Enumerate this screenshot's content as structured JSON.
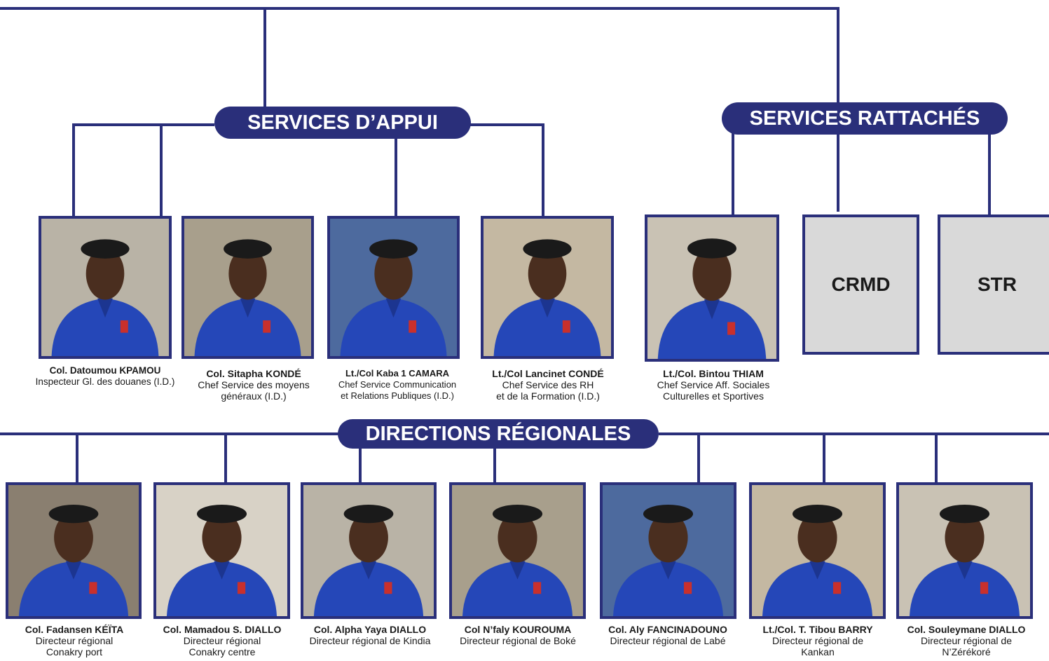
{
  "colors": {
    "navy": "#2a2f7a",
    "uniform": "#2547b8",
    "box_fill": "#d9d9d9"
  },
  "headers": {
    "services_appui": "SERVICES D’APPUI",
    "services_rattaches": "SERVICES RATTACHÉS",
    "directions_regionales": "DIRECTIONS RÉGIONALES"
  },
  "boxes": {
    "crmd": "CRMD",
    "str": "STR"
  },
  "appui": [
    {
      "name": "Col. Datoumou KPAMOU",
      "role": "Inspecteur Gl. des douanes (I.D.)"
    },
    {
      "name": "Col. Sitapha KONDÉ",
      "role": "Chef Service des moyens\ngénéraux (I.D.)"
    },
    {
      "name": "Lt./Col Kaba 1 CAMARA",
      "role": "Chef Service Communication\net Relations Publiques (I.D.)"
    },
    {
      "name": "Lt./Col Lancinet CONDÉ",
      "role": "Chef Service des RH\net de la Formation (I.D.)"
    }
  ],
  "rattaches": [
    {
      "name": "Lt./Col. Bintou THIAM",
      "role": "Chef Service Aff. Sociales\nCulturelles et Sportives"
    }
  ],
  "regionales": [
    {
      "name": "Col. Fadansen KÉÏTA",
      "role": "Directeur régional\nConakry port"
    },
    {
      "name": "Col. Mamadou S. DIALLO",
      "role": "Directeur régional\nConakry centre"
    },
    {
      "name": "Col. Alpha Yaya DIALLO",
      "role": "Directeur régional de Kindia"
    },
    {
      "name": "Col N’faly KOUROUMA",
      "role": "Directeur régional de Boké"
    },
    {
      "name": "Col. Aly FANCINADOUNO",
      "role": "Directeur régional de Labé"
    },
    {
      "name": "Lt./Col. T. Tibou BARRY",
      "role": "Directeur régional de\nKankan"
    },
    {
      "name": "Col. Souleymane DIALLO",
      "role": "Directeur régional de\nN’Zérékoré"
    }
  ]
}
